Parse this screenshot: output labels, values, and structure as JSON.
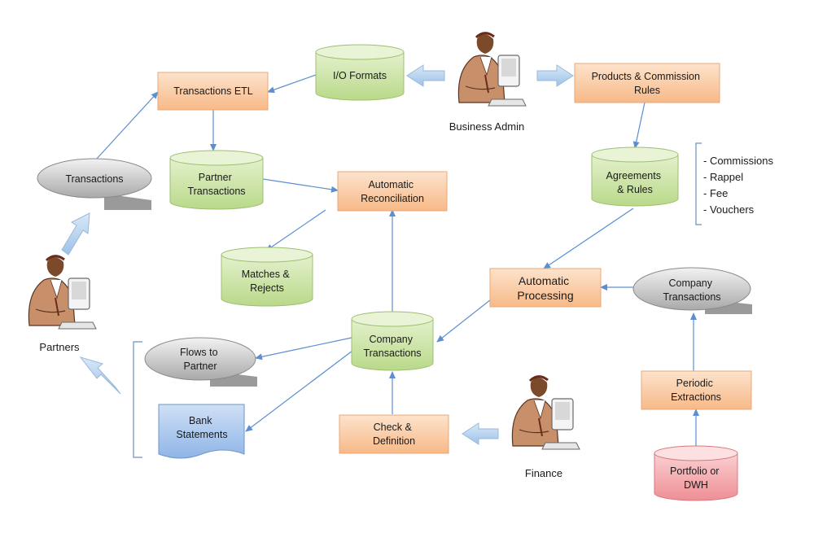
{
  "nodes": {
    "transactions_etl": "Transactions ETL",
    "io_formats": "I/O Formats",
    "products_commission_rules": [
      "Products & Commission",
      "Rules"
    ],
    "partner_transactions": [
      "Partner",
      "Transactions"
    ],
    "automatic_reconciliation": [
      "Automatic",
      "Reconciliation"
    ],
    "agreements_rules": [
      "Agreements",
      "& Rules"
    ],
    "transactions_bubble": "Transactions",
    "matches_rejects": [
      "Matches &",
      "Rejects"
    ],
    "automatic_processing": [
      "Automatic",
      "Processing"
    ],
    "company_transactions_bubble": [
      "Company",
      "Transactions"
    ],
    "company_transactions_db": [
      "Company",
      "Transactions"
    ],
    "flows_to_partner": [
      "Flows to",
      "Partner"
    ],
    "bank_statements": [
      "Bank",
      "Statements"
    ],
    "check_definition": [
      "Check &",
      "Definition"
    ],
    "periodic_extractions": [
      "Periodic",
      "Extractions"
    ],
    "portfolio_dwh": [
      "Portfolio or",
      "DWH"
    ]
  },
  "actors": {
    "business_admin": "Business Admin",
    "partners": "Partners",
    "finance": "Finance"
  },
  "agreement_items": [
    "- Commissions",
    "- Rappel",
    "- Fee",
    "- Vouchers"
  ],
  "colors": {
    "process_fill": "#fbcfa8",
    "process_stroke": "#e8a878",
    "db_fill": "#cfe6a8",
    "db_stroke": "#9cc070",
    "bubble_fill": "#c8c8c8",
    "doc_fill": "#a9c8ef",
    "source_db_fill": "#f4a6aa",
    "connector": "#5b8fd0",
    "block_arrow": "#a8c8ea"
  }
}
